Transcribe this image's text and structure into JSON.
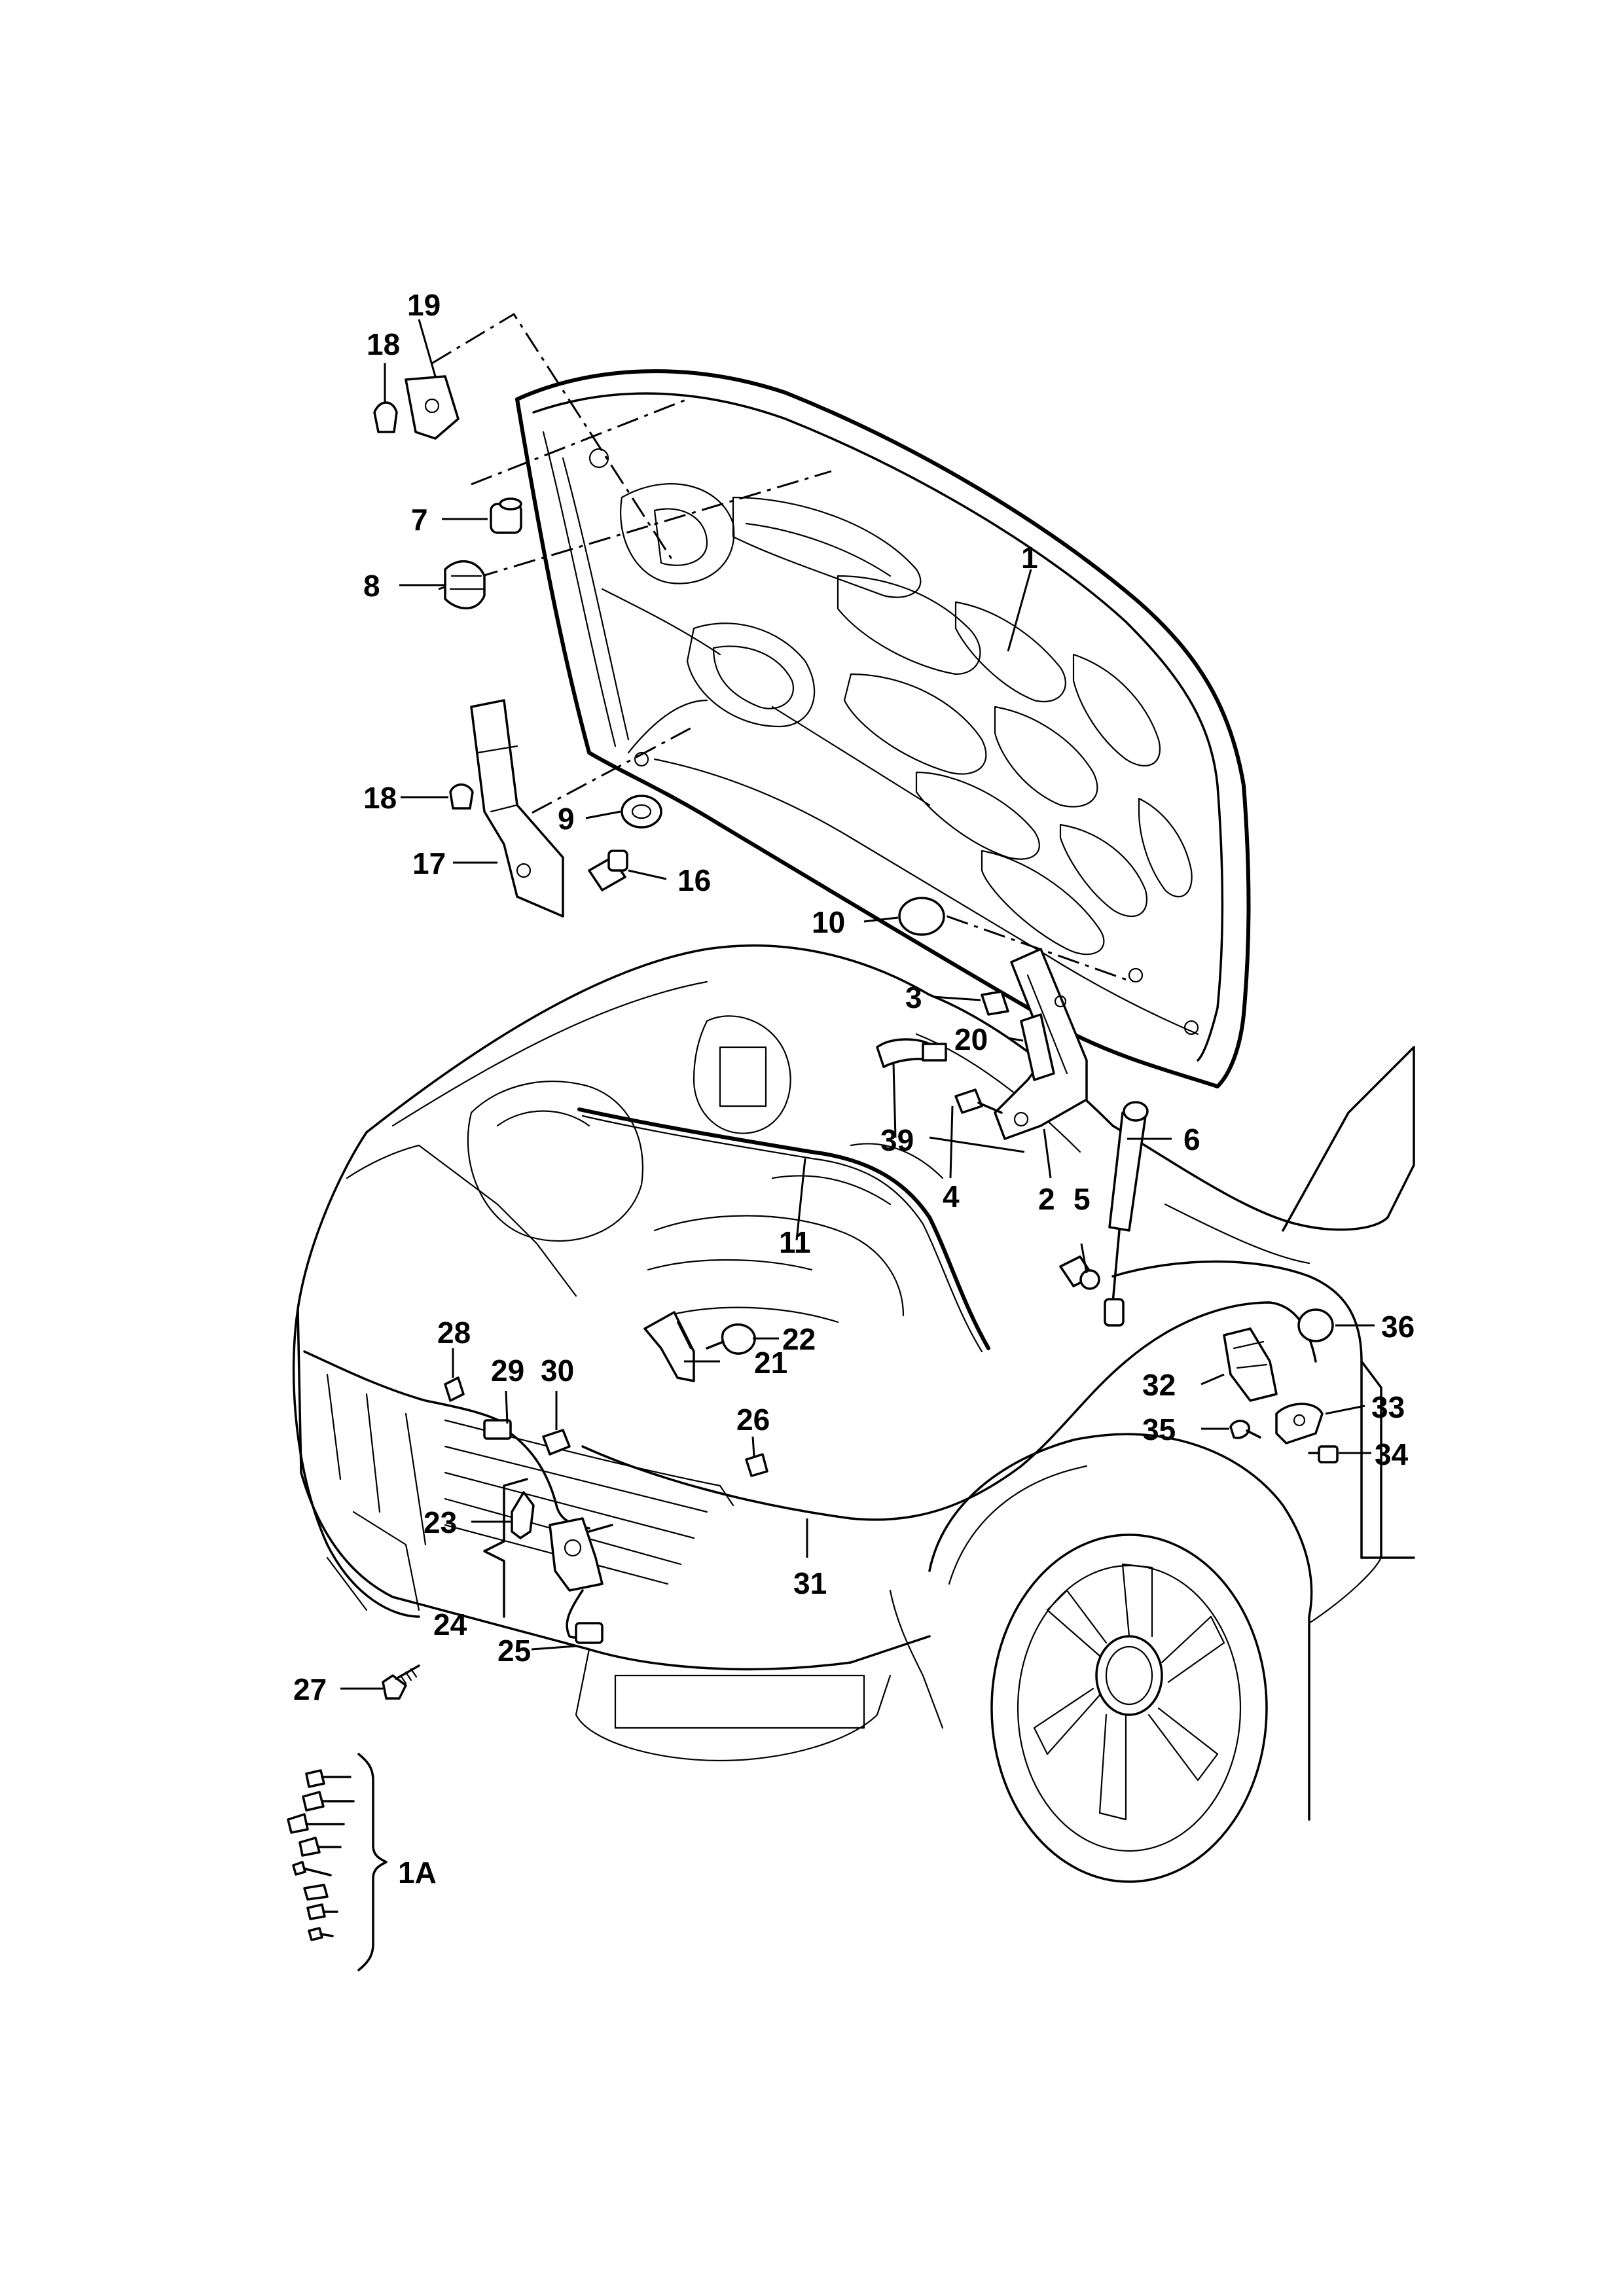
{
  "labels": {
    "p1": "1",
    "p1a": "1A",
    "p2": "2",
    "p3": "3",
    "p4": "4",
    "p5": "5",
    "p6": "6",
    "p7": "7",
    "p8": "8",
    "p9": "9",
    "p10": "10",
    "p11": "11",
    "p16": "16",
    "p17": "17",
    "p18a": "18",
    "p18b": "18",
    "p19": "19",
    "p20": "20",
    "p21": "21",
    "p22": "22",
    "p23": "23",
    "p24": "24",
    "p25": "25",
    "p26": "26",
    "p27": "27",
    "p28": "28",
    "p29": "29",
    "p30": "30",
    "p31": "31",
    "p32": "32",
    "p33": "33",
    "p34": "34",
    "p35": "35",
    "p36": "36",
    "p39": "39"
  }
}
